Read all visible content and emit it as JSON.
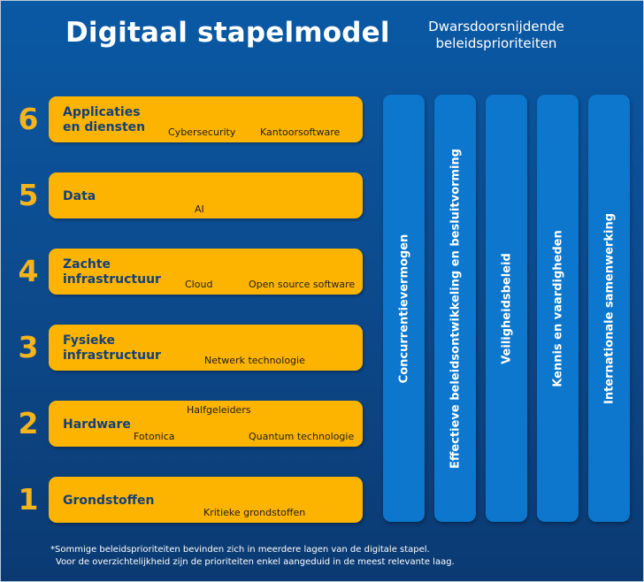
{
  "title": "Digitaal stapelmodel",
  "cross_title": "Dwarsdoorsnijdende beleidsprioriteiten",
  "layers": [
    {
      "number": "6",
      "name": "Applicaties\nen diensten",
      "tags": [
        "Cybersecurity",
        "Kantoorsoftware"
      ]
    },
    {
      "number": "5",
      "name": "Data",
      "tags": [
        "AI"
      ]
    },
    {
      "number": "4",
      "name": "Zachte\ninfrastructuur",
      "tags": [
        "Cloud",
        "Open source software"
      ]
    },
    {
      "number": "3",
      "name": "Fysieke\ninfrastructuur",
      "tags": [
        "Netwerk technologie"
      ]
    },
    {
      "number": "2",
      "name": "Hardware",
      "tags": [
        "Halfgeleiders",
        "Fotonica",
        "Quantum technologie"
      ]
    },
    {
      "number": "1",
      "name": "Grondstoffen",
      "tags": [
        "Kritieke grondstoffen"
      ]
    }
  ],
  "columns": [
    "Concurrentievermogen",
    "Effectieve beleidsontwikkeling en besluitvorming",
    "Veiligheidsbeleid",
    "Kennis en vaardigheden",
    "Internationale samenwerking"
  ],
  "footnote": {
    "line1": "*Sommige beleidsprioriteiten bevinden zich in meerdere lagen van de digitale stapel.",
    "line2": "Voor de overzichtelijkheid zijn de prioriteiten enkel aangeduid in de meest relevante laag."
  },
  "colors": {
    "background": "#0b4a8c",
    "layer_bar": "#fdb400",
    "layer_number": "#f5b31c",
    "layer_name": "#14407a",
    "column": "#0c77cc"
  }
}
